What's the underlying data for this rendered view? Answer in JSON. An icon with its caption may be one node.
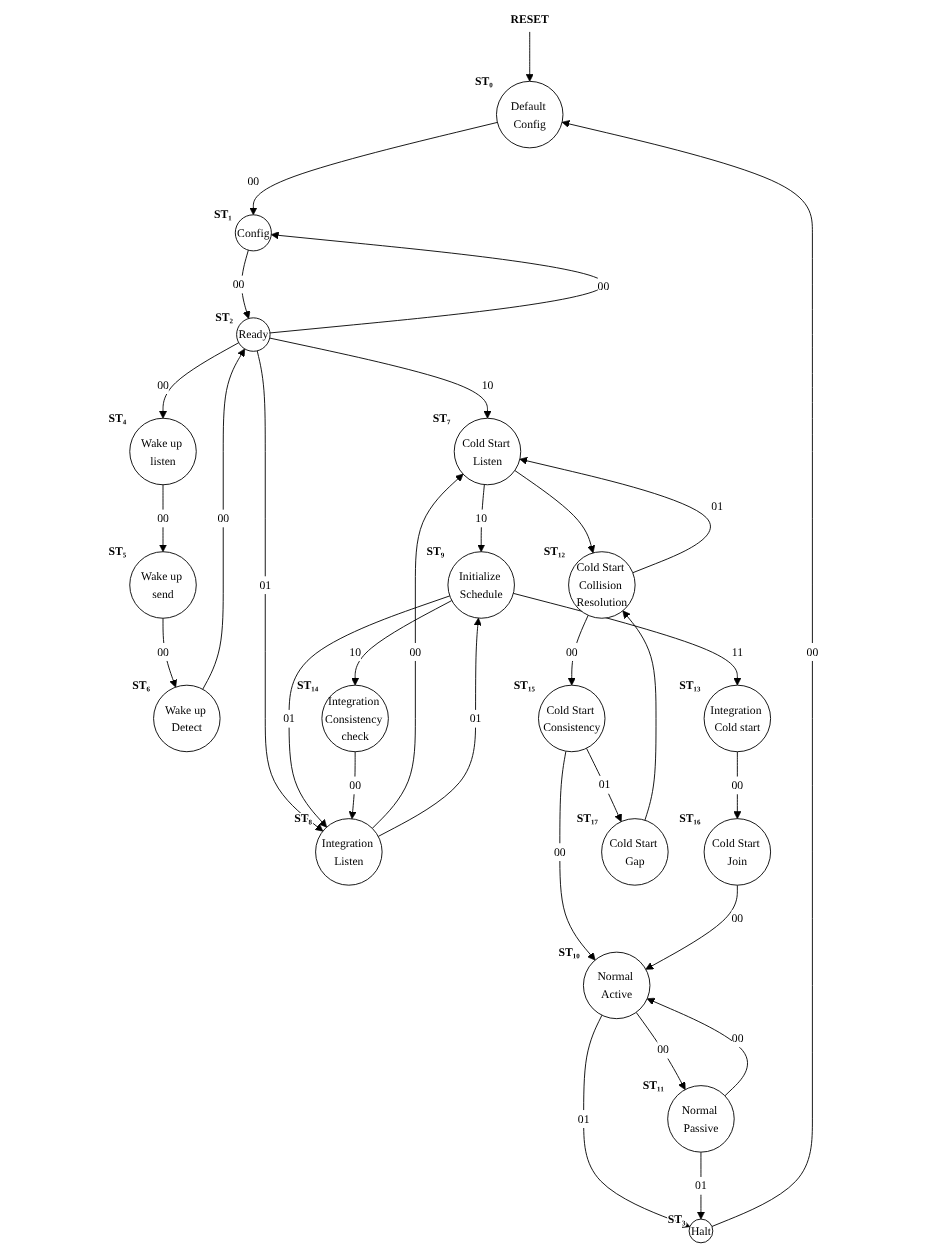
{
  "diagram": {
    "nodes": [
      {
        "text": [
          "RESET"
        ]
      },
      {
        "text": [
          "Default Config"
        ],
        "beside": [
          "ST₀"
        ]
      },
      {
        "text": [
          "Config"
        ],
        "beside": [
          "ST₁"
        ]
      },
      {
        "text": [
          "Ready"
        ],
        "beside": [
          "ST₂"
        ]
      },
      {
        "text": [
          "Halt"
        ],
        "beside": [
          "ST₃"
        ]
      },
      {
        "text": [
          "Wake up listen"
        ],
        "beside": [
          "ST₄"
        ]
      },
      {
        "text": [
          "Wake up send"
        ],
        "beside": [
          "ST₅"
        ]
      },
      {
        "text": [
          "Wake up Detect"
        ],
        "beside": [
          "ST₆"
        ]
      },
      {
        "text": [
          "Cold Start Listen"
        ],
        "beside": [
          "ST₇"
        ]
      },
      {
        "text": [
          "Integration Listen"
        ],
        "beside": [
          "ST₈"
        ]
      },
      {
        "text": [
          "Initialize Schedule"
        ],
        "beside": [
          "ST₉"
        ]
      },
      {
        "text": [
          "Cold Start Collision Resolution"
        ],
        "beside": [
          "ST₁₂"
        ]
      },
      {
        "text": [
          "Integration Cold start"
        ],
        "beside": [
          "ST₁₃"
        ]
      },
      {
        "text": [
          "Integration Consistency check"
        ],
        "beside": [
          "ST₁₄"
        ]
      },
      {
        "text": [
          "Cold Start Consistency"
        ],
        "beside": [
          "ST₁₅"
        ]
      },
      {
        "text": [
          "Cold Start Join"
        ],
        "beside": [
          "ST₁₆"
        ]
      },
      {
        "text": [
          "Cold Start Gap"
        ],
        "beside": [
          "ST₁₇"
        ]
      },
      {
        "text": [
          "Normal Active"
        ],
        "beside": [
          "ST₁₀"
        ]
      },
      {
        "text": [
          "Normal Passive"
        ],
        "beside": [
          "ST₁₁"
        ]
      }
    ],
    "edges": [
      {
        "from": 0,
        "to": 1,
        "arrow": "to"
      },
      {
        "from": 1,
        "to": 2,
        "arrow": "to",
        "label": "00"
      },
      {
        "from": 2,
        "to": 3,
        "arrow": "to",
        "label": "00"
      },
      {
        "from": 3,
        "to": 2,
        "arrow": "to",
        "label": "00"
      },
      {
        "from": 4,
        "to": 1,
        "arrow": "to",
        "label": "00"
      },
      {
        "from": 3,
        "to": 5,
        "arrow": "to",
        "label": "00"
      },
      {
        "from": 5,
        "to": 6,
        "arrow": "to",
        "label": "00"
      },
      {
        "from": 6,
        "to": 7,
        "arrow": "to",
        "label": "00"
      },
      {
        "from": 7,
        "to": 3,
        "arrow": "to",
        "label": "00"
      },
      {
        "from": 3,
        "to": 8,
        "arrow": "to",
        "label": "10"
      },
      {
        "from": 3,
        "to": 9,
        "arrow": "to",
        "label": "01"
      },
      {
        "from": 9,
        "to": 8,
        "arrow": "to",
        "label": "00"
      },
      {
        "from": 8,
        "to": 10,
        "arrow": "to",
        "label": "10"
      },
      {
        "from": 9,
        "to": 10,
        "arrow": "to",
        "label": "01"
      },
      {
        "from": 10,
        "to": 9,
        "arrow": "to",
        "label": "01"
      },
      {
        "from": 13,
        "to": 9,
        "arrow": "to",
        "label": "00"
      },
      {
        "from": 10,
        "to": 12,
        "arrow": "to",
        "label": "11"
      },
      {
        "from": 10,
        "to": 13,
        "arrow": "to",
        "label": "10"
      },
      {
        "from": 8,
        "to": 11,
        "arrow": "to"
      },
      {
        "from": 11,
        "to": 8,
        "arrow": "to",
        "label": "01"
      },
      {
        "from": 11,
        "to": 14,
        "arrow": "to",
        "label": "00"
      },
      {
        "from": 14,
        "to": 16,
        "arrow": "to",
        "label": "01"
      },
      {
        "from": 16,
        "to": 11,
        "arrow": "to"
      },
      {
        "from": 14,
        "to": 17,
        "arrow": "to",
        "label": "00"
      },
      {
        "from": 12,
        "to": 15,
        "arrow": "to",
        "label": "00"
      },
      {
        "from": 15,
        "to": 17,
        "arrow": "to",
        "label": "00"
      },
      {
        "from": 17,
        "to": 18,
        "arrow": "to",
        "label": "00"
      },
      {
        "from": 18,
        "to": 17,
        "arrow": "to",
        "label": "00"
      },
      {
        "from": 17,
        "to": 4,
        "arrow": "to",
        "label": "01"
      },
      {
        "from": 18,
        "to": 4,
        "arrow": "to",
        "label": "01"
      }
    ]
  }
}
